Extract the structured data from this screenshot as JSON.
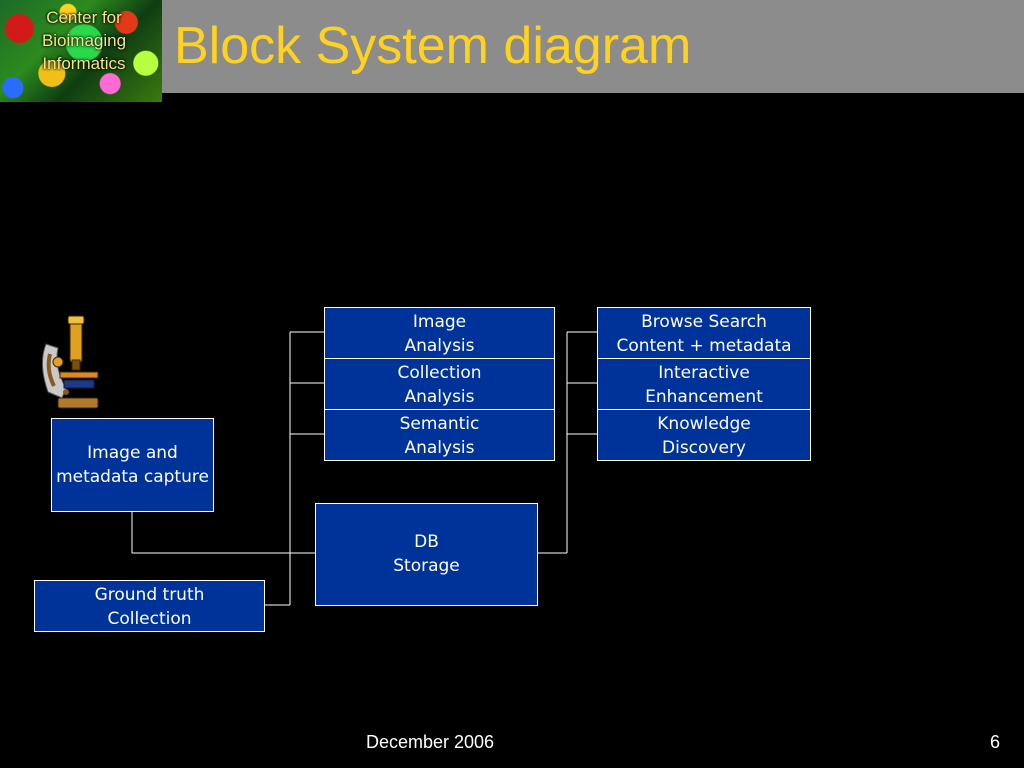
{
  "header": {
    "logo_lines": [
      "Center for",
      "Bioimaging",
      "Informatics"
    ],
    "title": "Block System diagram"
  },
  "diagram": {
    "blocks": {
      "image_analysis": [
        "Image",
        "Analysis"
      ],
      "collection_analysis": [
        "Collection",
        "Analysis"
      ],
      "semantic_analysis": [
        "Semantic",
        "Analysis"
      ],
      "browse_search": [
        "Browse Search",
        "Content + metadata"
      ],
      "interactive_enhancement": [
        "Interactive",
        "Enhancement"
      ],
      "knowledge_discovery": [
        "Knowledge",
        "Discovery"
      ],
      "image_capture": [
        "Image and",
        "metadata capture"
      ],
      "db_storage": [
        "DB",
        "Storage"
      ],
      "ground_truth": [
        "Ground truth",
        "Collection"
      ]
    }
  },
  "icons": {
    "microscope": "microscope-icon"
  },
  "colors": {
    "title": "#ffd21f",
    "title_bar": "#8c8c8c",
    "block_fill": "#003399",
    "block_border": "#ffffff",
    "background": "#000000"
  },
  "footer": {
    "date": "December 2006",
    "page_number": "6"
  }
}
